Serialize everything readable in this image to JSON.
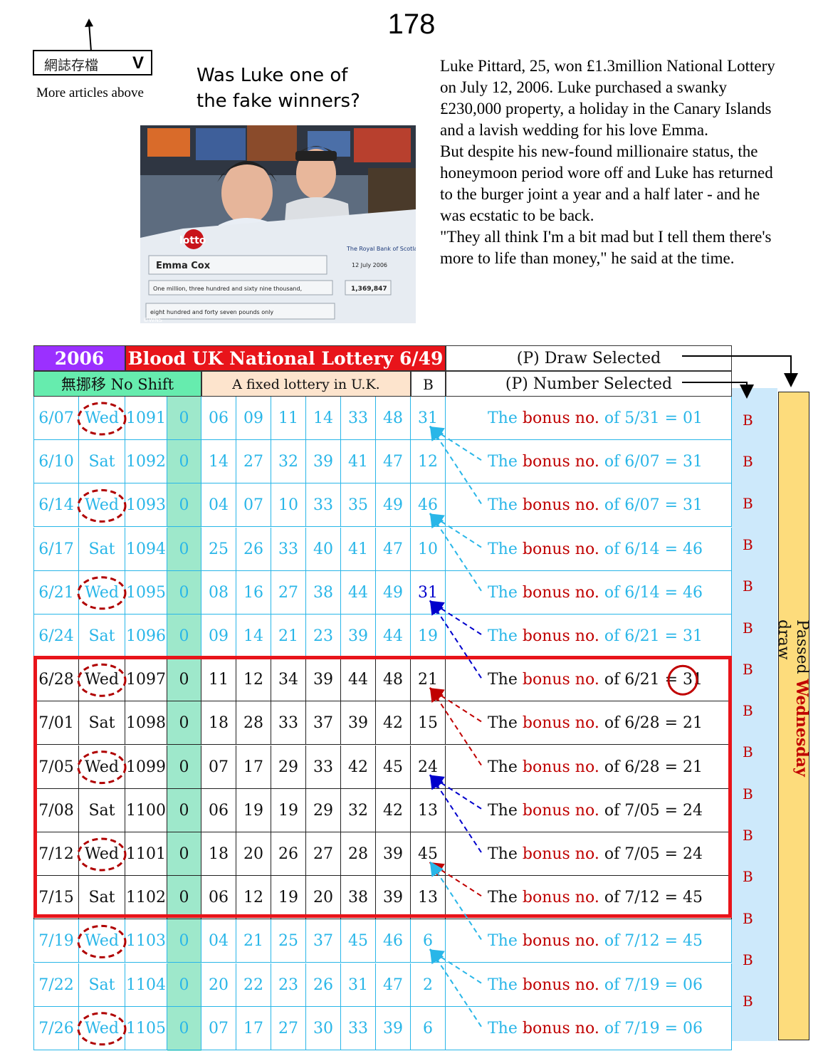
{
  "page_number": "178",
  "archive": {
    "label": "網誌存檔",
    "chevron": "V",
    "more_label": "More articles above"
  },
  "question": "Was Luke one of the fake winners?",
  "photo": {
    "cheque_brand": "lotto",
    "bank": "The Royal Bank of Scotland plc",
    "date": "12 July 2006",
    "payee": "Emma Cox",
    "amount_words_1": "One million, three hundred and sixty nine thousand,",
    "amount_words_2": "eight hundred and forty seven pounds only",
    "amount": "1,369,847",
    "credit": "©WNS"
  },
  "article": [
    "Luke Pittard, 25, won £1.3million National Lottery on July 12, 2006. Luke purchased a swanky £230,000 property, a holiday in the Canary Islands and a lavish wedding for his love Emma.",
    "But despite his new-found millionaire status, the honeymoon period wore off and Luke has returned to the burger joint a year and a half later - and he was ecstatic to be back.",
    "\"They all think I'm a bit mad but I tell them there's more to life than money,\" he said at the time."
  ],
  "table": {
    "year": "2006",
    "title": "Blood UK National Lottery 6/49",
    "shift": "無挪移 No Shift",
    "fixed": "A fixed lottery in U.K.",
    "b_header": "B",
    "draw_selected": "(P) Draw Selected",
    "number_selected": "(P) Number Selected",
    "side_label_pre": "Passed ",
    "side_label_bold": "Wednesday",
    "side_label_post": " draw",
    "b_mark": "B",
    "rows": [
      {
        "date": "6/07",
        "day": "Wed",
        "draw": "1091",
        "shift": "0",
        "n1": "06",
        "n2": "09",
        "n3": "11",
        "n4": "14",
        "n5": "33",
        "n6": "48",
        "bonus": "31",
        "note_a": "The ",
        "note_b": "bonus no.",
        "note_c": " of 5/31 = ",
        "note_d": "01"
      },
      {
        "date": "6/10",
        "day": "Sat",
        "draw": "1092",
        "shift": "0",
        "n1": "14",
        "n2": "27",
        "n3": "32",
        "n4": "39",
        "n5": "41",
        "n6": "47",
        "bonus": "12",
        "note_a": "The ",
        "note_b": "bonus no.",
        "note_c": " of 6/07 = ",
        "note_d": "31"
      },
      {
        "date": "6/14",
        "day": "Wed",
        "draw": "1093",
        "shift": "0",
        "n1": "04",
        "n2": "07",
        "n3": "10",
        "n4": "33",
        "n5": "35",
        "n6": "49",
        "bonus": "46",
        "note_a": "The ",
        "note_b": "bonus no.",
        "note_c": " of 6/07 = ",
        "note_d": "31"
      },
      {
        "date": "6/17",
        "day": "Sat",
        "draw": "1094",
        "shift": "0",
        "n1": "25",
        "n2": "26",
        "n3": "33",
        "n4": "40",
        "n5": "41",
        "n6": "47",
        "bonus": "10",
        "note_a": "The ",
        "note_b": "bonus no.",
        "note_c": " of 6/14 = ",
        "note_d": "46"
      },
      {
        "date": "6/21",
        "day": "Wed",
        "draw": "1095",
        "shift": "0",
        "n1": "08",
        "n2": "16",
        "n3": "27",
        "n4": "38",
        "n5": "44",
        "n6": "49",
        "bonus": "31",
        "note_a": "The ",
        "note_b": "bonus no.",
        "note_c": " of 6/14 = ",
        "note_d": "46"
      },
      {
        "date": "6/24",
        "day": "Sat",
        "draw": "1096",
        "shift": "0",
        "n1": "09",
        "n2": "14",
        "n3": "21",
        "n4": "23",
        "n5": "39",
        "n6": "44",
        "bonus": "19",
        "note_a": "The ",
        "note_b": "bonus no.",
        "note_c": " of 6/21 = ",
        "note_d": "31"
      },
      {
        "date": "6/28",
        "day": "Wed",
        "draw": "1097",
        "shift": "0",
        "n1": "11",
        "n2": "12",
        "n3": "34",
        "n4": "39",
        "n5": "44",
        "n6": "48",
        "bonus": "21",
        "note_a": "The ",
        "note_b": "bonus no.",
        "note_c": " of 6/21 = ",
        "note_d": "31"
      },
      {
        "date": "7/01",
        "day": "Sat",
        "draw": "1098",
        "shift": "0",
        "n1": "18",
        "n2": "28",
        "n3": "33",
        "n4": "37",
        "n5": "39",
        "n6": "42",
        "bonus": "15",
        "note_a": "The ",
        "note_b": "bonus no.",
        "note_c": " of 6/28 = ",
        "note_d": "21"
      },
      {
        "date": "7/05",
        "day": "Wed",
        "draw": "1099",
        "shift": "0",
        "n1": "07",
        "n2": "17",
        "n3": "29",
        "n4": "33",
        "n5": "42",
        "n6": "45",
        "bonus": "24",
        "note_a": "The ",
        "note_b": "bonus no.",
        "note_c": " of 6/28 = ",
        "note_d": "21"
      },
      {
        "date": "7/08",
        "day": "Sat",
        "draw": "1100",
        "shift": "0",
        "n1": "06",
        "n2": "19",
        "n3": "19",
        "n4": "29",
        "n5": "32",
        "n6": "42",
        "bonus": "13",
        "note_a": "The ",
        "note_b": "bonus no.",
        "note_c": " of 7/05 = ",
        "note_d": "24"
      },
      {
        "date": "7/12",
        "day": "Wed",
        "draw": "1101",
        "shift": "0",
        "n1": "18",
        "n2": "20",
        "n3": "26",
        "n4": "27",
        "n5": "28",
        "n6": "39",
        "bonus": "45",
        "note_a": "The ",
        "note_b": "bonus no.",
        "note_c": " of 7/05 = ",
        "note_d": "24"
      },
      {
        "date": "7/15",
        "day": "Sat",
        "draw": "1102",
        "shift": "0",
        "n1": "06",
        "n2": "12",
        "n3": "19",
        "n4": "20",
        "n5": "38",
        "n6": "39",
        "bonus": "13",
        "note_a": "The ",
        "note_b": "bonus no.",
        "note_c": " of 7/12 = ",
        "note_d": "45"
      },
      {
        "date": "7/19",
        "day": "Wed",
        "draw": "1103",
        "shift": "0",
        "n1": "04",
        "n2": "21",
        "n3": "25",
        "n4": "37",
        "n5": "45",
        "n6": "46",
        "bonus": "6",
        "note_a": "The ",
        "note_b": "bonus no.",
        "note_c": " of 7/12 = ",
        "note_d": "45"
      },
      {
        "date": "7/22",
        "day": "Sat",
        "draw": "1104",
        "shift": "0",
        "n1": "20",
        "n2": "22",
        "n3": "23",
        "n4": "26",
        "n5": "31",
        "n6": "47",
        "bonus": "2",
        "note_a": "The ",
        "note_b": "bonus no.",
        "note_c": " of 7/19 = ",
        "note_d": "06"
      },
      {
        "date": "7/26",
        "day": "Wed",
        "draw": "1105",
        "shift": "0",
        "n1": "07",
        "n2": "17",
        "n3": "27",
        "n4": "30",
        "n5": "33",
        "n6": "39",
        "bonus": "6",
        "note_a": "The ",
        "note_b": "bonus no.",
        "note_c": " of 7/19 = ",
        "note_d": "06"
      }
    ]
  },
  "colors": {
    "light_row": "#29b6e8",
    "dark_row": "#111111",
    "accent_red": "#c00000",
    "frame_red": "#e8141a",
    "year_purple": "#9b30ff",
    "shift_green": "#66ecae",
    "fixed_peach": "#fde4cd",
    "side_yellow": "#fddc7c",
    "side_blue": "#cde9fb",
    "bonus_blue": "#0000cc"
  }
}
